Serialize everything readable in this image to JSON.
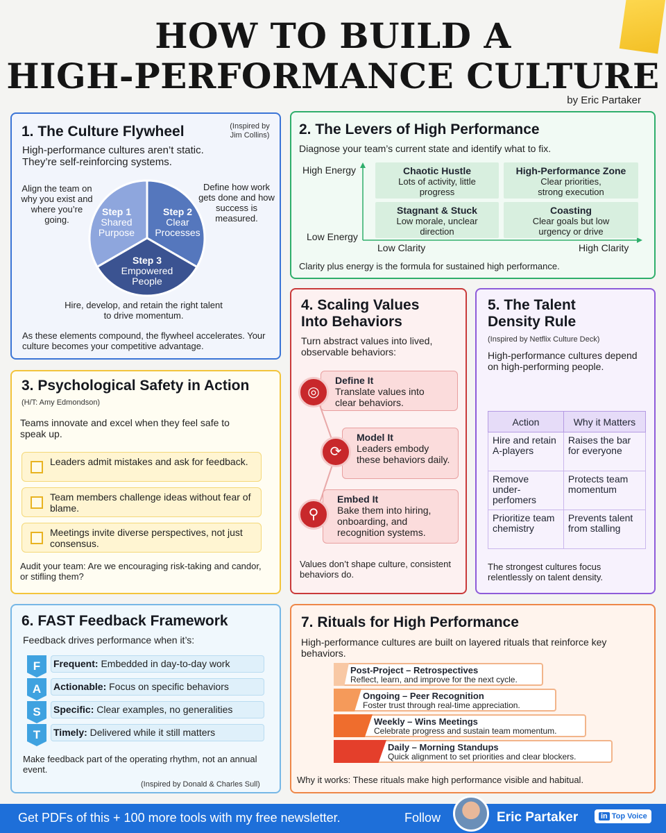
{
  "header": {
    "title_line1": "HOW TO BUILD A",
    "title_line2": "HIGH-PERFORMANCE CULTURE",
    "byline": "by Eric Partaker"
  },
  "flywheel": {
    "title": "1. The Culture Flywheel",
    "inspired": "(Inspired by Jim Collins)",
    "intro": "High-performance cultures aren’t static. They’re self-reinforcing systems.",
    "left_note": "Align the team on why you exist and where you’re going.",
    "right_note": "Define how work gets done and how success is measured.",
    "bottom_note": "Hire, develop, and retain the right talent to drive momentum.",
    "step1_h": "Step 1",
    "step1_d": "Shared Purpose",
    "step2_h": "Step 2",
    "step2_d": "Clear Processes",
    "step3_h": "Step 3",
    "step3_d": "Empowered People",
    "footer": "As these elements compound, the flywheel accelerates. Your culture becomes your competitive advantage.",
    "colors": {
      "step1": "#8ea6dd",
      "step2": "#5577bd",
      "step3": "#3b5391"
    }
  },
  "levers": {
    "title": "2. The Levers of High Performance",
    "intro": "Diagnose your team’s current state and identify what to fix.",
    "y_high": "High Energy",
    "y_low": "Low Energy",
    "x_low": "Low Clarity",
    "x_high": "High Clarity",
    "q_chaotic_h": "Chaotic Hustle",
    "q_chaotic_d": "Lots of activity, little progress",
    "q_hpz_h": "High-Performance Zone",
    "q_hpz_d": "Clear priorities, strong execution",
    "q_stag_h": "Stagnant & Stuck",
    "q_stag_d": "Low morale, unclear direction",
    "q_coast_h": "Coasting",
    "q_coast_d": "Clear goals but low urgency or drive",
    "footer": "Clarity plus energy is the formula for sustained high performance."
  },
  "safety": {
    "title": "3. Psychological Safety in Action",
    "credit": "(H/T: Amy Edmondson)",
    "intro": "Teams innovate and excel when they feel safe to speak up.",
    "items": [
      "Leaders admit mistakes and ask for feedback.",
      "Team members challenge ideas without fear of blame.",
      "Meetings invite diverse perspectives, not just consensus."
    ],
    "footer": "Audit your team: Are we encouraging risk-taking and candor, or stifling them?"
  },
  "values": {
    "title_line1": "4. Scaling Values",
    "title_line2": "Into Behaviors",
    "intro": "Turn abstract values into lived, observable behaviors:",
    "steps": [
      {
        "h": "Define It",
        "d": "Translate values into clear behaviors."
      },
      {
        "h": "Model It",
        "d": "Leaders embody these behaviors daily."
      },
      {
        "h": "Embed It",
        "d": "Bake them into hiring, onboarding, and recognition systems."
      }
    ],
    "footer": "Values don’t shape culture, consistent behaviors do."
  },
  "talent": {
    "title_line1": "5. The Talent",
    "title_line2": "Density Rule",
    "inspired": "(Inspired by Netflix Culture Deck)",
    "intro": "High-performance cultures depend on high-performing people.",
    "col_action": "Action",
    "col_why": "Why it Matters",
    "rows": [
      {
        "action": "Hire and retain A-players",
        "why": "Raises the bar for everyone"
      },
      {
        "action": "Remove under-perfomers",
        "why": "Protects team momentum"
      },
      {
        "action": "Prioritize team chemistry",
        "why": "Prevents talent from stalling"
      }
    ],
    "footer": "The strongest cultures focus relentlessly on talent density."
  },
  "fast": {
    "title": "6. FAST Feedback Framework",
    "intro": "Feedback drives performance when it’s:",
    "letters": [
      "F",
      "A",
      "S",
      "T"
    ],
    "rows": [
      {
        "k": "Frequent:",
        "v": " Embedded in day-to-day work"
      },
      {
        "k": "Actionable:",
        "v": " Focus on specific behaviors"
      },
      {
        "k": "Specific:",
        "v": " Clear examples, no generalities"
      },
      {
        "k": "Timely:",
        "v": " Delivered while it still matters"
      }
    ],
    "footer": "Make feedback part of the operating rhythm, not an annual event.",
    "credit": "(Inspired by Donald & Charles Sull)"
  },
  "rituals": {
    "title": "7. Rituals for High Performance",
    "intro": "High-performance cultures are built on layered rituals that reinforce key behaviors.",
    "items": [
      {
        "h": "Post-Project – Retrospectives",
        "d": "Reflect, learn, and improve for the next cycle."
      },
      {
        "h": "Ongoing – Peer Recognition",
        "d": "Foster trust through real-time appreciation."
      },
      {
        "h": "Weekly – Wins Meetings",
        "d": "Celebrate progress and sustain team momentum."
      },
      {
        "h": "Daily – Morning Standups",
        "d": "Quick alignment to set priorities and clear blockers."
      }
    ],
    "footer": "Why it works: These rituals make high performance visible and habitual."
  },
  "footer": {
    "promo": "Get PDFs of this + 100 more tools with my free newsletter.",
    "follow": "Follow",
    "name": "Eric Partaker",
    "badge_in": "in",
    "badge_label": "Top Voice"
  }
}
